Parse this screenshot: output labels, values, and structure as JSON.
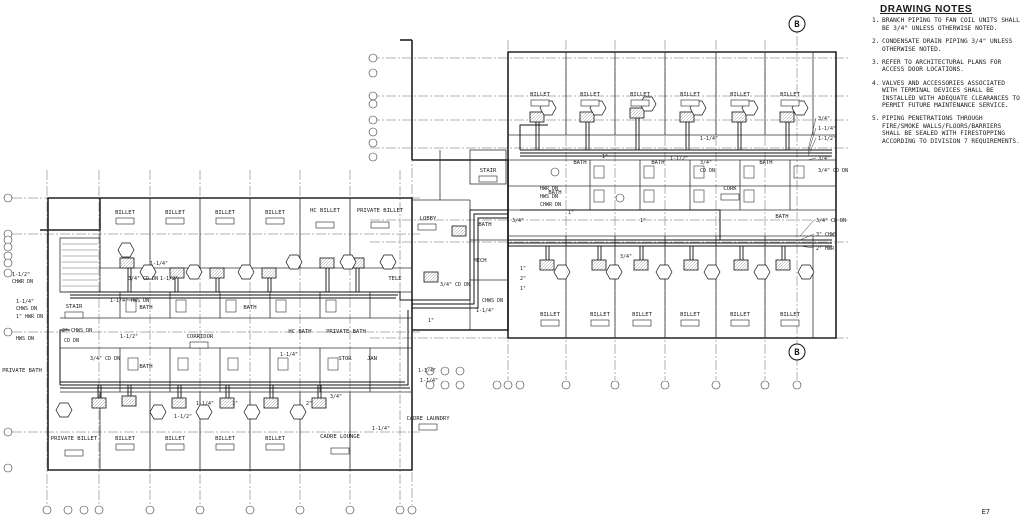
{
  "notes": {
    "title": "DRAWING NOTES",
    "items": [
      {
        "num": "1.",
        "text": "BRANCH PIPING TO FAN COIL UNITS SHALL BE 3/4\" UNLESS OTHERWISE NOTED."
      },
      {
        "num": "2.",
        "text": "CONDENSATE DRAIN PIPING 3/4\" UNLESS OTHERWISE NOTED."
      },
      {
        "num": "3.",
        "text": "REFER TO ARCHITECTURAL PLANS FOR ACCESS DOOR LOCATIONS."
      },
      {
        "num": "4.",
        "text": "VALVES AND ACCESSORIES ASSOCIATED WITH TERMINAL DEVICES SHALL BE INSTALLED WITH ADEQUATE CLEARANCES TO PERMIT FUTURE MAINTENANCE SERVICE."
      },
      {
        "num": "5.",
        "text": "PIPING PENETRATIONS THROUGH FIRE/SMOKE WALLS/FLOORS/BARRIERS SHALL BE SEALED WITH FIRESTOPPING ACCORDING TO DIVISION 7 REQUIREMENTS."
      }
    ]
  },
  "grid_marker": "B",
  "sheet_ref": "E7",
  "rooms": {
    "billet": "BILLET",
    "hc_billet": "HC BILLET",
    "private_billet": "PRIVATE BILLET",
    "bath": "BATH",
    "hc_bath": "HC BATH",
    "private_bath": "PRIVATE BATH",
    "stair": "STAIR",
    "corridor": "CORRIDOR",
    "lobby": "LOBBY",
    "cork": "CORK",
    "mech": "MECH",
    "stor": "STOR",
    "janitor": "JAN",
    "cadre_laundry": "CADRE LAUNDRY",
    "cadre_lounge": "CADRE LOUNGE",
    "telecom": "TELE"
  },
  "pipe_labels": {
    "chwr_dn": "CHWR DN",
    "chws_dn": "CHWS DN",
    "hwr_dn": "HWR DN",
    "hws_dn": "HWS DN",
    "cd_dn": "CD DN",
    "size_3_4": "3/4\"",
    "size_1_1_4": "1-1/4\"",
    "size_1_1_2": "1-1/2\"",
    "size_1": "1\"",
    "size_2": "2\"",
    "size_3": "3\"",
    "cd_dn_3_4": "3/4\" CD DN",
    "chws_3": "3\" CHWS",
    "hwr_2": "2\" HWR",
    "chwr_1_1_2": "1-1/2\" CHWR DN",
    "chws_2": "2\" CHWS DN",
    "hwr_1": "1\" HWR DN",
    "hws_dn_lbl": "HWS DN",
    "lbl_1_1_4_hws": "1-1/4\" HWS DN",
    "lbl_1_1_2_hwr": "1-1/2\" HWR DN",
    "lbl_3_4_cd": "3/4\" CD DN",
    "lbl_2_chws": "2\" CHWS DN"
  },
  "colors": {
    "ink": "#1a1a1a",
    "pipe": "#111111",
    "grid": "#555555",
    "wall": "#2a2a2a",
    "background": "#ffffff"
  }
}
